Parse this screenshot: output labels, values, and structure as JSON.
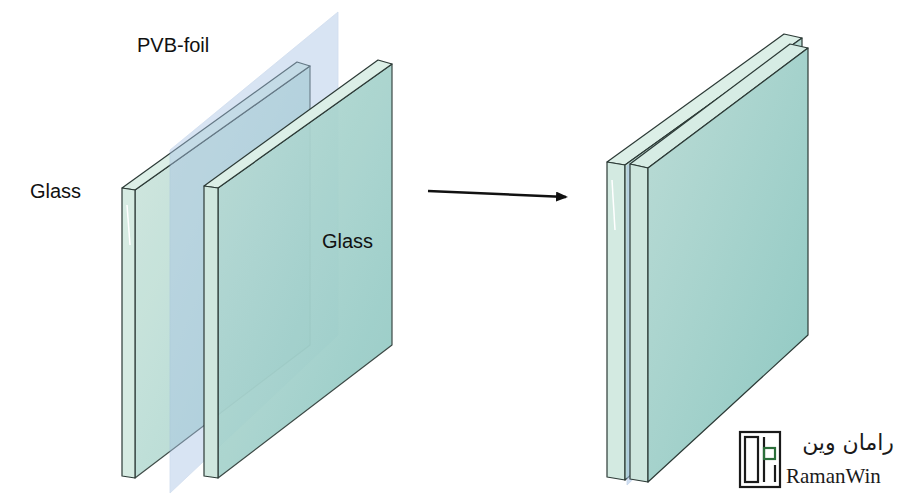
{
  "diagram": {
    "labels": [
      "PVB-foil",
      "Glass",
      "Glass",
      "رامان وین",
      "RamanWin"
    ]
  }
}
